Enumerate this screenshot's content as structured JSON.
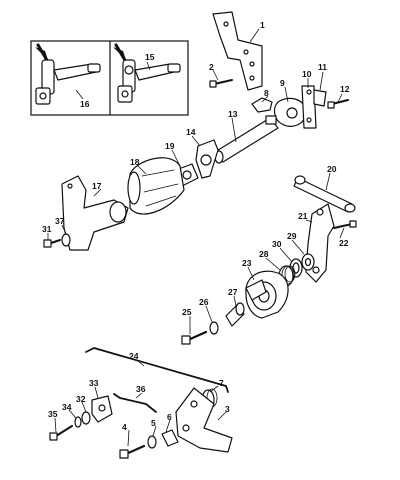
{
  "callouts": [
    {
      "id": "c1",
      "text": "1"
    },
    {
      "id": "c2",
      "text": "2"
    },
    {
      "id": "c3",
      "text": "3"
    },
    {
      "id": "c4",
      "text": "4"
    },
    {
      "id": "c5",
      "text": "5"
    },
    {
      "id": "c6",
      "text": "6"
    },
    {
      "id": "c7",
      "text": "7"
    },
    {
      "id": "c8",
      "text": "8"
    },
    {
      "id": "c9",
      "text": "9"
    },
    {
      "id": "c10",
      "text": "10"
    },
    {
      "id": "c11",
      "text": "11"
    },
    {
      "id": "c12",
      "text": "12"
    },
    {
      "id": "c13",
      "text": "13"
    },
    {
      "id": "c14",
      "text": "14"
    },
    {
      "id": "c15",
      "text": "15"
    },
    {
      "id": "c16",
      "text": "16"
    },
    {
      "id": "c17",
      "text": "17"
    },
    {
      "id": "c18",
      "text": "18"
    },
    {
      "id": "c19",
      "text": "19"
    },
    {
      "id": "c20",
      "text": "20"
    },
    {
      "id": "c21",
      "text": "21"
    },
    {
      "id": "c22",
      "text": "22"
    },
    {
      "id": "c23",
      "text": "23"
    },
    {
      "id": "c24",
      "text": "24"
    },
    {
      "id": "c25",
      "text": "25"
    },
    {
      "id": "c26",
      "text": "26"
    },
    {
      "id": "c27",
      "text": "27"
    },
    {
      "id": "c28",
      "text": "28"
    },
    {
      "id": "c29",
      "text": "29"
    },
    {
      "id": "c30",
      "text": "30"
    },
    {
      "id": "c31",
      "text": "31"
    },
    {
      "id": "c32",
      "text": "32"
    },
    {
      "id": "c33",
      "text": "33"
    },
    {
      "id": "c34",
      "text": "34"
    },
    {
      "id": "c35",
      "text": "35"
    },
    {
      "id": "c36",
      "text": "36"
    },
    {
      "id": "c37",
      "text": "37"
    }
  ]
}
